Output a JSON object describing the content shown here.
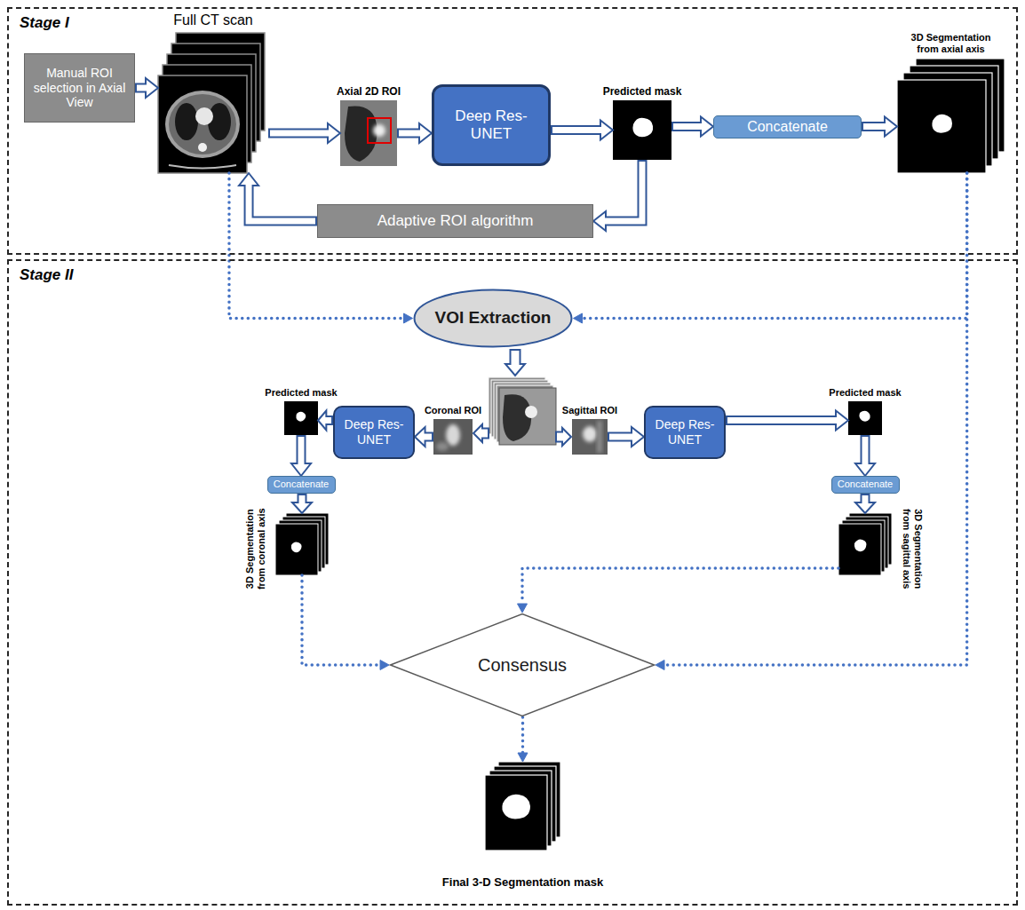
{
  "diagram": {
    "nodes": [
      {
        "text": [
          "Stage I"
        ]
      },
      {
        "text": [
          "Manual ROI selection in Axial View"
        ],
        "in": 0
      },
      {
        "text": [
          "Full CT scan"
        ],
        "in": 0
      },
      {
        "text": [
          "Axial 2D ROI"
        ],
        "in": 0
      },
      {
        "text": [
          "Deep Res-UNET"
        ],
        "in": 0
      },
      {
        "text": [
          "Predicted mask"
        ],
        "in": 0
      },
      {
        "text": [
          "Concatenate"
        ],
        "in": 0
      },
      {
        "text": [
          "3D Segmentation from axial axis"
        ],
        "in": 0
      },
      {
        "text": [
          "Adaptive ROI algorithm"
        ],
        "in": 0
      },
      {
        "text": [
          "Stage II"
        ]
      },
      {
        "text": [
          "VOI Extraction"
        ],
        "in": 9
      },
      {
        "text": [
          "Predicted mask"
        ],
        "in": 9
      },
      {
        "text": [
          "Deep Res-UNET"
        ],
        "in": 9
      },
      {
        "text": [
          "Coronal ROI"
        ],
        "in": 9
      },
      {
        "text": [
          "Sagittal ROI"
        ],
        "in": 9
      },
      {
        "text": [
          "Deep Res-UNET"
        ],
        "in": 9
      },
      {
        "text": [
          "Predicted mask"
        ],
        "in": 9
      },
      {
        "text": [
          "Concatenate"
        ],
        "in": 9
      },
      {
        "text": [
          "Concatenate"
        ],
        "in": 9
      },
      {
        "text": [
          "3D Segmentation from coronal axis"
        ],
        "in": 9
      },
      {
        "text": [
          "3D Segmentation from sagittal axis"
        ],
        "in": 9
      },
      {
        "text": [
          "Consensus"
        ],
        "in": 9
      },
      {
        "text": [
          "Final 3-D Segmentation mask"
        ],
        "in": 9
      }
    ],
    "edges": [
      {
        "from": 1,
        "to": 2,
        "arrow": "to"
      },
      {
        "from": 2,
        "to": 3,
        "arrow": "to"
      },
      {
        "from": 3,
        "to": 4,
        "arrow": "to"
      },
      {
        "from": 4,
        "to": 5,
        "arrow": "to"
      },
      {
        "from": 5,
        "to": 6,
        "arrow": "to"
      },
      {
        "from": 6,
        "to": 7,
        "arrow": "to"
      },
      {
        "from": 5,
        "to": 8,
        "arrow": "to"
      },
      {
        "from": 8,
        "to": 2,
        "arrow": "to"
      },
      {
        "from": 2,
        "to": 10,
        "arrow": "to"
      },
      {
        "from": 7,
        "to": 10,
        "arrow": "to"
      },
      {
        "from": 7,
        "to": 21,
        "arrow": "to"
      },
      {
        "from": 13,
        "to": 12,
        "arrow": "to"
      },
      {
        "from": 12,
        "to": 11,
        "arrow": "to"
      },
      {
        "from": 11,
        "to": 17,
        "arrow": "to"
      },
      {
        "from": 17,
        "to": 19,
        "arrow": "to"
      },
      {
        "from": 14,
        "to": 15,
        "arrow": "to"
      },
      {
        "from": 15,
        "to": 16,
        "arrow": "to"
      },
      {
        "from": 16,
        "to": 18,
        "arrow": "to"
      },
      {
        "from": 18,
        "to": 20,
        "arrow": "to"
      },
      {
        "from": 19,
        "to": 21,
        "arrow": "to"
      },
      {
        "from": 20,
        "to": 21,
        "arrow": "to"
      },
      {
        "from": 21,
        "to": 22,
        "arrow": "to"
      }
    ]
  }
}
